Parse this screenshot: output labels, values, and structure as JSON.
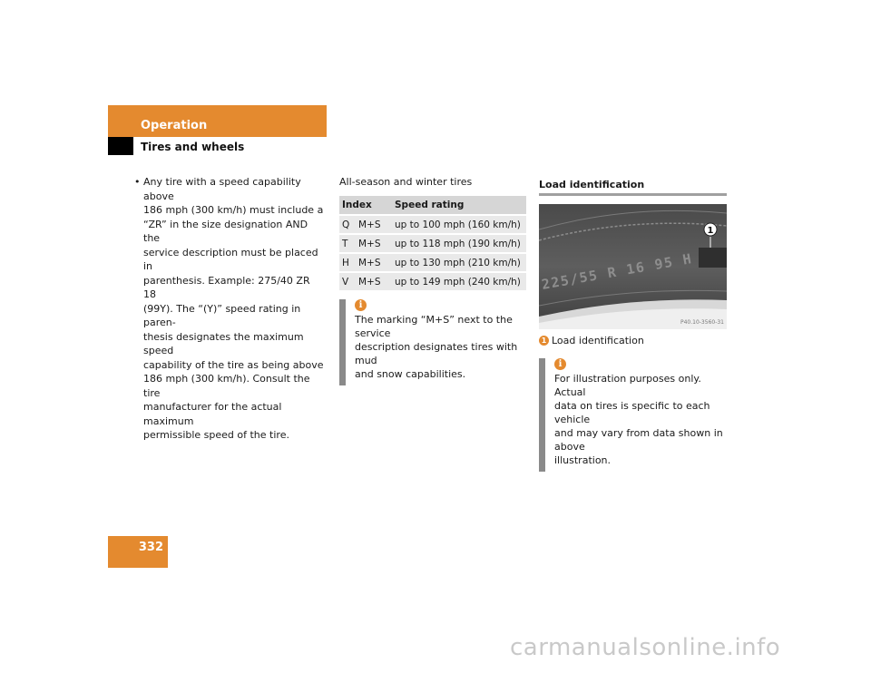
{
  "header": {
    "section": "Operation",
    "subsection": "Tires and wheels"
  },
  "column1": {
    "bullet": "•",
    "lines": [
      "Any tire with a speed capability above",
      "186 mph (300 km/h) must include a",
      "“ZR” in the size designation AND the",
      "service description must be placed in",
      "parenthesis. Example: 275/40 ZR 18",
      "(99Y). The “(Y)” speed rating in paren-",
      "thesis designates the maximum speed",
      "capability of the tire as being above",
      "186 mph (300 km/h). Consult the tire",
      "manufacturer for the actual maximum",
      "permissible speed of the tire."
    ]
  },
  "column2": {
    "intro": "All-season and winter tires",
    "table": {
      "headers": [
        "Index",
        "Speed rating"
      ],
      "rows": [
        {
          "code": "Q",
          "type": "M+S",
          "rating": "up to 100 mph (160 km/h)"
        },
        {
          "code": "T",
          "type": "M+S",
          "rating": "up to 118 mph (190 km/h)"
        },
        {
          "code": "H",
          "type": "M+S",
          "rating": "up to 130 mph (210 km/h)"
        },
        {
          "code": "V",
          "type": "M+S",
          "rating": "up to 149 mph (240 km/h)"
        }
      ]
    },
    "info": {
      "icon": "i",
      "lines": [
        "The marking “M+S” next to the service",
        "description designates tires with mud",
        "and snow capabilities."
      ]
    }
  },
  "column3": {
    "title": "Load identification",
    "image": {
      "sidewall_text": "225/55 R 16 95 H",
      "callout": "1",
      "code": "P40.10-3560-31"
    },
    "caption": {
      "num": "1",
      "text": "Load identification"
    },
    "info": {
      "icon": "i",
      "lines": [
        "For illustration purposes only. Actual",
        "data on tires is specific to each vehicle",
        "and may vary from data shown in above",
        "illustration."
      ]
    }
  },
  "page_number": "332",
  "watermark": "carmanualsonline.info"
}
